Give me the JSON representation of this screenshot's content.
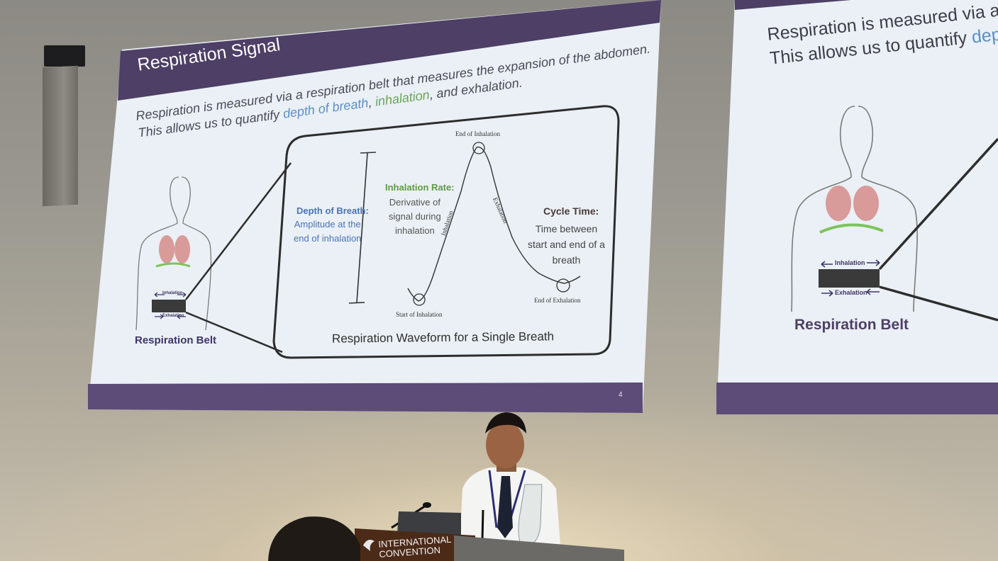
{
  "slide": {
    "title": "Respiration Signal",
    "intro_line1": "Respiration is measured via a respiration belt that measures the expansion of the abdomen.",
    "intro_line2_prefix": "This allows us to quantify ",
    "intro_depth": "depth of breath",
    "intro_sep": ", ",
    "intro_inhalation": "inhalation",
    "intro_suffix": ", and exhalation.",
    "belt_label": "Respiration Belt",
    "belt_inhalation": "Inhalation",
    "belt_exhalation": "Exhalation",
    "waveform_caption": "Respiration Waveform for a Single Breath",
    "depth_title": "Depth of Breath:",
    "depth_body": [
      "Amplitude at the",
      "end of inhalation"
    ],
    "rate_title": "Inhalation Rate:",
    "rate_body": [
      "Derivative of",
      "signal during",
      "inhalation"
    ],
    "cycle_title": "Cycle Time:",
    "cycle_body": [
      "Time between",
      "start and end of a",
      "breath"
    ],
    "end_of_inhalation": "End of Inhalation",
    "start_of_inhalation": "Start of Inhalation",
    "end_of_exhalation": "End of Exhalation",
    "inhalation_curve": "Inhalation",
    "exhalation_curve": "Exhalation",
    "page_number": "4"
  },
  "slide2": {
    "intro_line1": "Respiration is measured via a",
    "intro_line2_prefix": "This allows us to quantify ",
    "intro_depth": "dep",
    "belt_label": "Respiration Belt",
    "belt_inhalation": "Inhalation",
    "belt_exhalation": "Exhalation"
  },
  "lectern": {
    "line1": "INTERNATIONAL",
    "line2": "CONVENTION"
  },
  "colors": {
    "slide_header": "#4e3f66",
    "blue_text": "#5b8fc7",
    "green_text": "#6aa35a",
    "lungs": "#d99a9a",
    "diaphragm": "#7cc45a"
  }
}
